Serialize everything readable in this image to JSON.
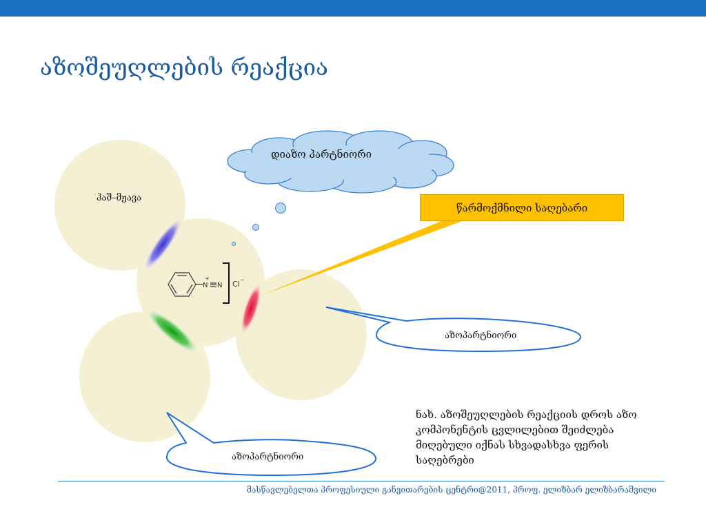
{
  "slide": {
    "title": "აზოშეუღლების რეაქცია"
  },
  "diagram": {
    "labels": {
      "top_circle": "ჰაშ–მჟავა",
      "cloud": "დიაზო პარტნიორი",
      "yellow_callout": "წარმოქმნილი საღებარი",
      "right_oval": "აზოპარტნიორი",
      "bottom_oval": "აზოპარტნიორი"
    },
    "structure": {
      "n_plus": "N",
      "plus_sign": "+",
      "n_triple": "N",
      "counter_ion": "Cl",
      "minus_sign": "−"
    },
    "colors": {
      "circle_fill": "#f5efd4",
      "blue_lens": "#4a3fd6",
      "green_lens": "#1ea31e",
      "red_lens": "#e0143c",
      "cloud_fill": "#bcd9f3",
      "cloud_stroke": "#3b7fd0",
      "oval_stroke": "#1f6fd8",
      "yellow": "#ffc000"
    }
  },
  "note": {
    "text": "ნახ. აზოშეუღლების რეაქციის დროს აზო კომპონენტის ცვლილებით შეიძლება მიღებული იქნას სხვადასხვა ფერის საღებრები"
  },
  "footer": {
    "text": "მასწავლებელთა პროფესიული განვითარების ცენტრი@2011, პროფ. ელიზბარ ელიზბარაშვილი"
  }
}
